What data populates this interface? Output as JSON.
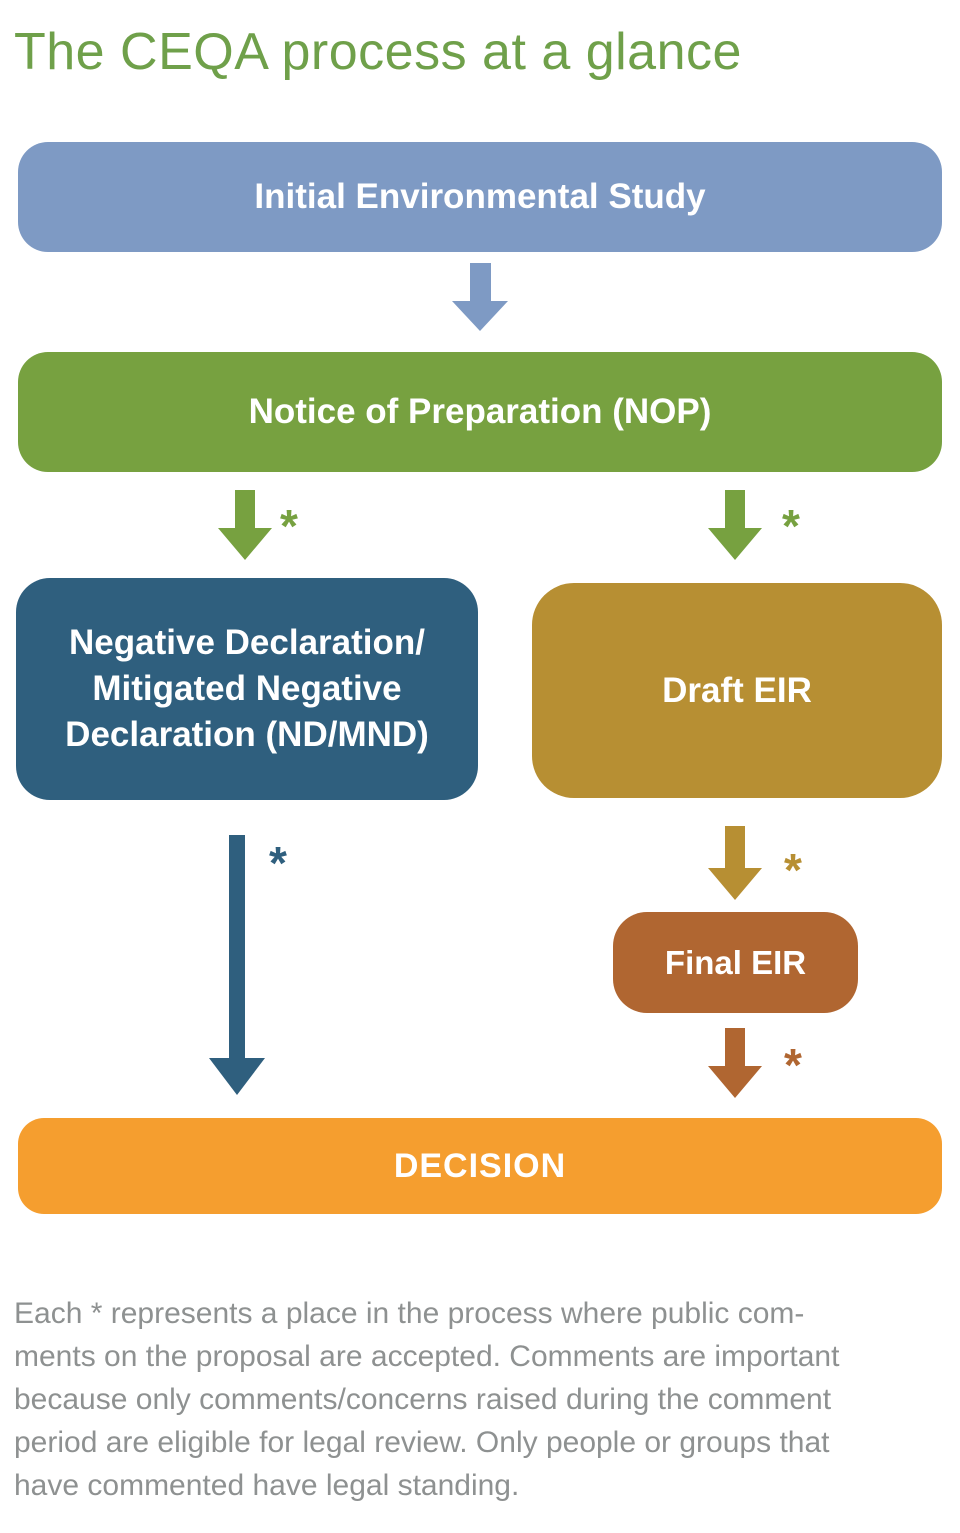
{
  "title": "The CEQA process at a glance",
  "colors": {
    "title_green": "#6fa04a",
    "initial_study_box": "#7e9ac4",
    "nop_box": "#77a140",
    "nd_mnd_box": "#2f5f7e",
    "draft_eir_box": "#b78f33",
    "final_eir_box": "#b06631",
    "decision_box": "#f59e2f",
    "box_text": "#ffffff",
    "footer_text": "#8e9191"
  },
  "nodes": {
    "initial_study": {
      "label": "Initial Environmental Study"
    },
    "nop": {
      "label": "Notice of Preparation (NOP)"
    },
    "nd_mnd": {
      "line1": "Negative Declaration/",
      "line2": "Mitigated Negative",
      "line3": "Declaration (ND/MND)"
    },
    "draft_eir": {
      "label": "Draft EIR"
    },
    "final_eir": {
      "label": "Final EIR"
    },
    "decision": {
      "label": "DECISION"
    }
  },
  "markers": {
    "public_comment_asterisk": "*"
  },
  "footer": {
    "lines": [
      "Each * represents a place in the process where public com-",
      "ments on the proposal are accepted. Comments are important",
      "because only comments/concerns raised during the comment",
      "period are eligible for legal review. Only people or groups that",
      "have commented have legal standing."
    ]
  }
}
